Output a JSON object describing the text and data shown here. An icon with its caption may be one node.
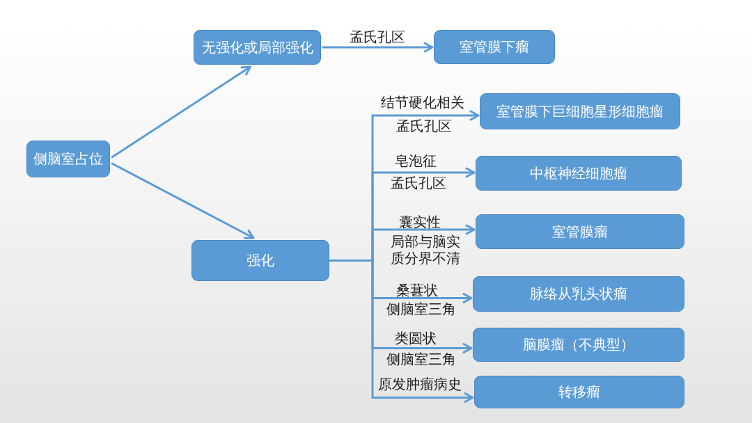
{
  "diagram": {
    "nodes": [
      {
        "text": [
          "侧脑室占位"
        ]
      },
      {
        "text": [
          "无强化或局部强化"
        ]
      },
      {
        "text": [
          "室管膜下瘤"
        ]
      },
      {
        "text": [
          "强化"
        ]
      },
      {
        "text": [
          "室管膜下巨细胞星形细胞瘤"
        ]
      },
      {
        "text": [
          "中枢神经细胞瘤"
        ]
      },
      {
        "text": [
          "室管膜瘤"
        ]
      },
      {
        "text": [
          "脉络从乳头状瘤"
        ]
      },
      {
        "text": [
          "脑膜瘤（不典型）"
        ]
      },
      {
        "text": [
          "转移瘤"
        ]
      }
    ],
    "edges": [
      {
        "from": 0,
        "to": 1,
        "arrow": "to"
      },
      {
        "from": 0,
        "to": 3,
        "arrow": "to"
      },
      {
        "from": 1,
        "to": 2,
        "arrow": "to",
        "label": "孟氏孔区"
      },
      {
        "from": 3,
        "to": 4,
        "arrow": "to",
        "label": "结节硬化相关"
      },
      {
        "from": 3,
        "to": 5,
        "arrow": "to",
        "label": "皂泡征"
      },
      {
        "from": 3,
        "to": 6,
        "arrow": "to",
        "label": "囊实性"
      },
      {
        "from": 3,
        "to": 7,
        "arrow": "to",
        "label": "桑葚状"
      },
      {
        "from": 3,
        "to": 8,
        "arrow": "to",
        "label": "类圆状"
      },
      {
        "from": 3,
        "to": 9,
        "arrow": "to",
        "label": "原发肿瘤病史"
      }
    ],
    "labels": [
      "孟氏孔区",
      "孟氏孔区",
      "局部与脑实质分界不清",
      "侧脑室三角",
      "侧脑室三角"
    ]
  }
}
